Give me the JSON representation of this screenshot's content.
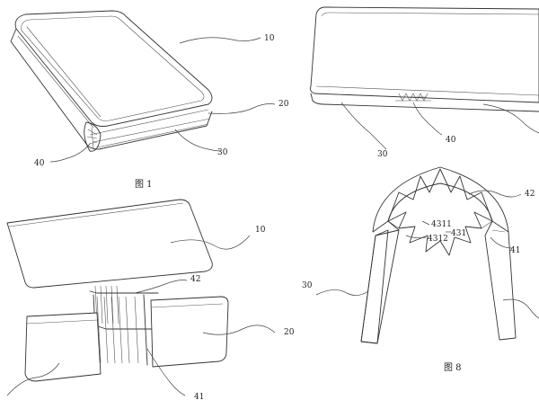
{
  "figures": [
    {
      "id": "fig1",
      "caption": "图 1",
      "labels": {
        "display": "10",
        "support": "20",
        "housing": "30",
        "hinge": "40"
      }
    },
    {
      "id": "fig2",
      "caption": "",
      "labels": {
        "housing": "30",
        "hinge": "40"
      }
    },
    {
      "id": "fig3",
      "caption": "",
      "labels": {
        "display": "10",
        "flex_circuit": "42",
        "support": "20",
        "connector": "41"
      }
    },
    {
      "id": "fig8",
      "caption": "图 8",
      "labels": {
        "outer_hinge": "42",
        "link_a": "4311",
        "link_b": "431",
        "link_c": "4312",
        "arm": "41",
        "housing": "30"
      }
    }
  ]
}
